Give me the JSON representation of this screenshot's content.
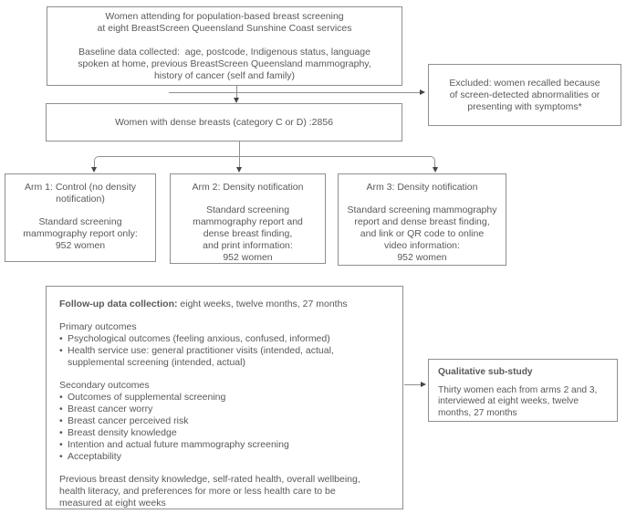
{
  "diagram": {
    "bullet_char": "•",
    "colors": {
      "border": "#8f8f8f",
      "text": "#58595b",
      "arrow": "#454545"
    },
    "top_box": {
      "text": "Women attending for population-based breast screening\nat eight BreastScreen Queensland Sunshine Coast services\n\nBaseline data collected:  age, postcode, Indigenous status, language\nspoken at home, previous BreastScreen Queensland mammography,\nhistory of cancer (self and family)"
    },
    "excluded_box": {
      "text": "Excluded: women recalled because\nof screen-detected abnormalities or\npresenting with symptoms*"
    },
    "dense_box": {
      "text": "Women with dense breasts (category C or D) :2856"
    },
    "arms": [
      {
        "title": "Arm 1: Control (no density\nnotification)",
        "body": "Standard screening\nmammography report only:\n952 women"
      },
      {
        "title": "Arm 2: Density notification",
        "body": "Standard screening\nmammography report and\ndense breast finding,\nand print information:\n952 women"
      },
      {
        "title": "Arm 3: Density notification",
        "body": "Standard screening mammography\nreport and dense breast finding,\nand link or QR code to online\nvideo information:\n952 women"
      }
    ],
    "followup": {
      "title_bold": "Follow-up data collection:",
      "title_rest": " eight weeks, twelve months, 27 months",
      "primary_heading": "Primary outcomes",
      "primary_bullets": [
        "Psychological outcomes (feeling anxious, confused, informed)",
        "Health service use: general practitioner visits (intended, actual,\nsupplemental screening (intended, actual)"
      ],
      "secondary_heading": "Secondary outcomes",
      "secondary_bullets": [
        "Outcomes of supplemental screening",
        "Breast cancer worry",
        "Breast cancer perceived risk",
        "Breast density knowledge",
        "Intention and actual future mammography screening",
        "Acceptability"
      ],
      "footer": "Previous breast density knowledge, self-rated health, overall wellbeing,\nhealth literacy, and preferences for more or less health care to be\nmeasured at eight weeks"
    },
    "qualitative": {
      "title": "Qualitative sub-study",
      "body": "Thirty women each from arms 2 and 3,\ninterviewed at eight weeks, twelve\nmonths, 27 months"
    }
  }
}
